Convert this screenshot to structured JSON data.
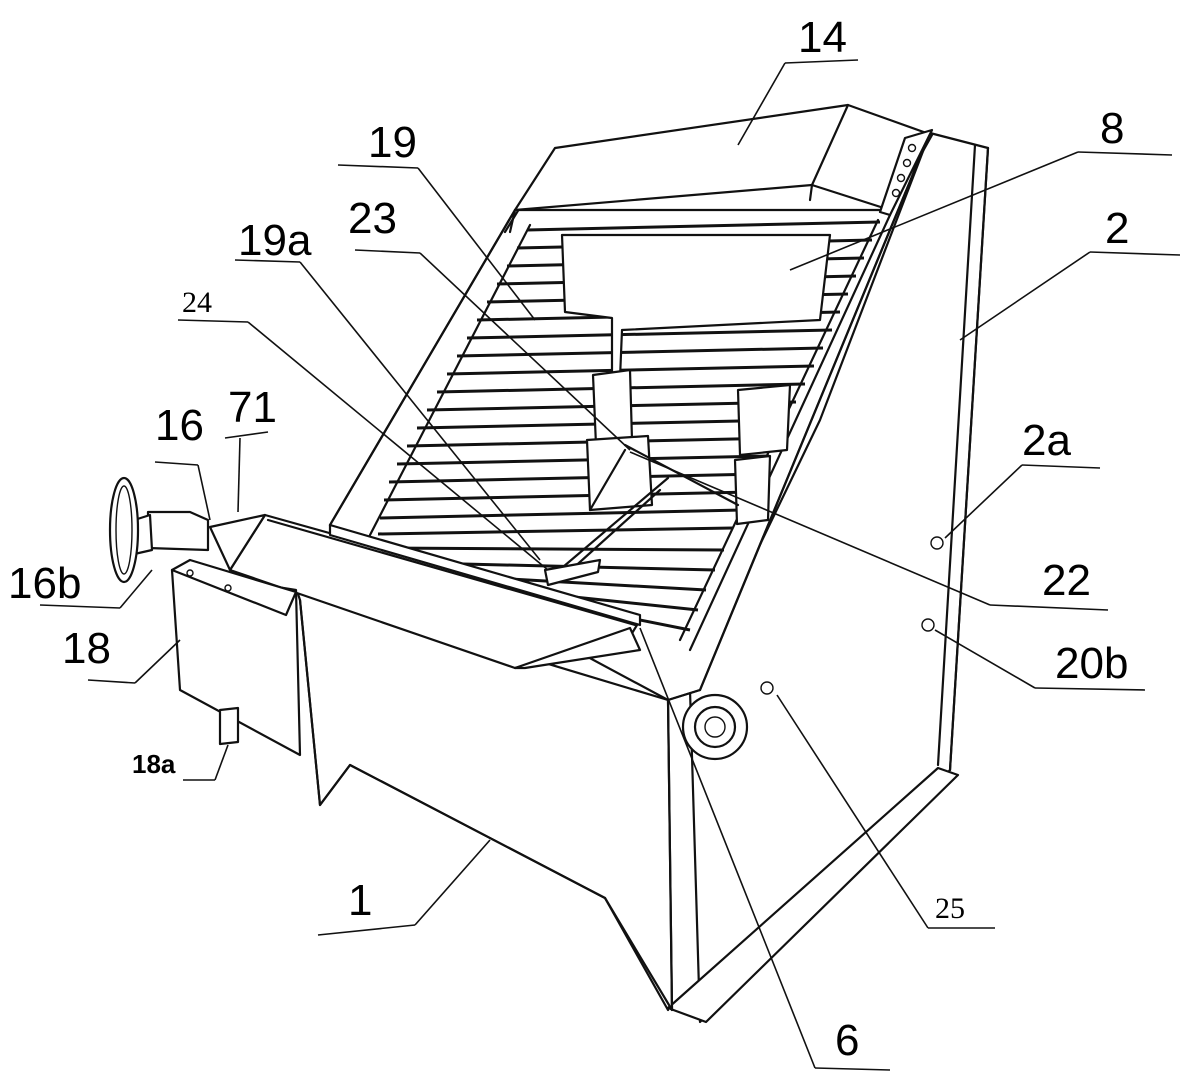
{
  "diagram": {
    "labels": {
      "l14": "14",
      "l19": "19",
      "l8": "8",
      "l23": "23",
      "l19a": "19a",
      "l2": "2",
      "l24": "24",
      "l71": "71",
      "l16": "16",
      "l2a": "2a",
      "l16b": "16b",
      "l22": "22",
      "l18": "18",
      "l20b": "20b",
      "l18a": "18a",
      "l1": "1",
      "l25": "25",
      "l6": "6"
    }
  }
}
